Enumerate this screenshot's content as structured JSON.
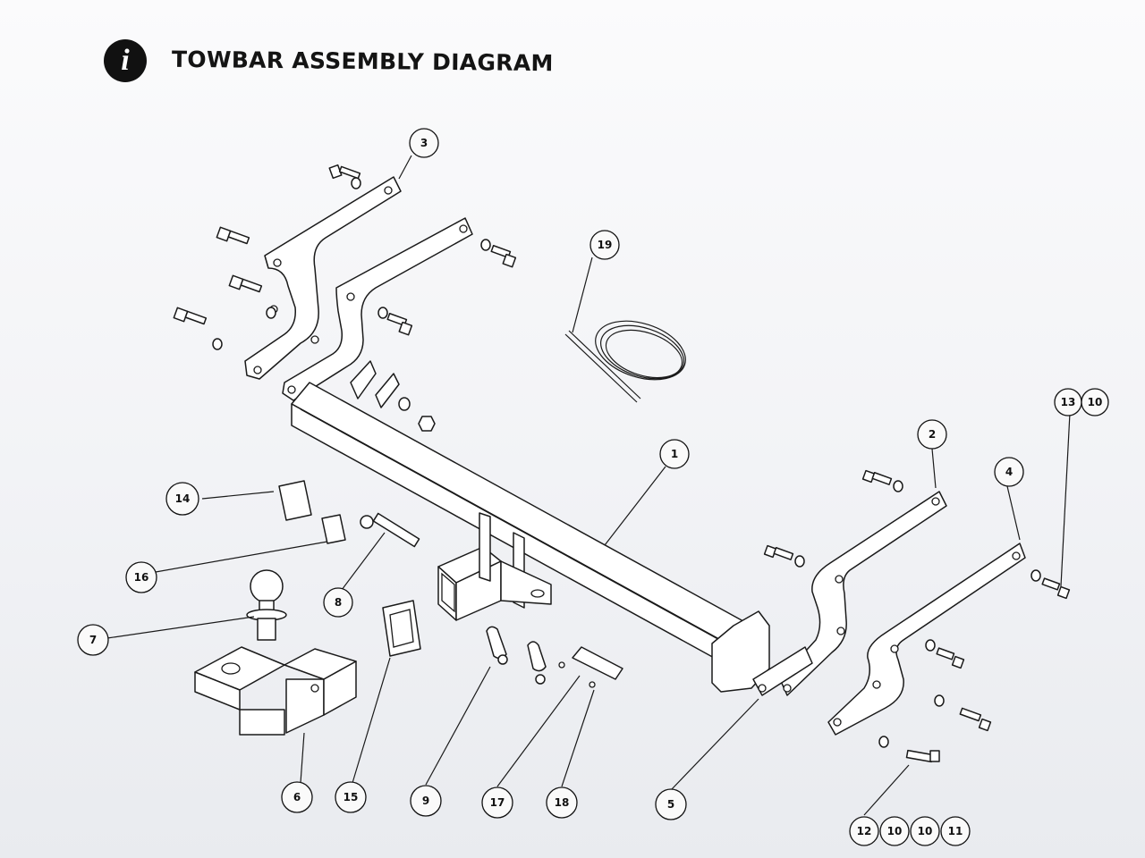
{
  "header": {
    "icon": "info-icon",
    "icon_glyph": "i",
    "title": "TOWBAR ASSEMBLY DIAGRAM"
  },
  "callouts": {
    "c1": "1",
    "c2": "2",
    "c3": "3",
    "c4": "4",
    "c5": "5",
    "c6": "6",
    "c7": "7",
    "c8": "8",
    "c9": "9",
    "c10a": "10",
    "c10b": "10",
    "c10c": "10",
    "c11": "11",
    "c12": "12",
    "c13": "13",
    "c14": "14",
    "c15": "15",
    "c16": "16",
    "c17": "17",
    "c18": "18",
    "c19": "19"
  }
}
